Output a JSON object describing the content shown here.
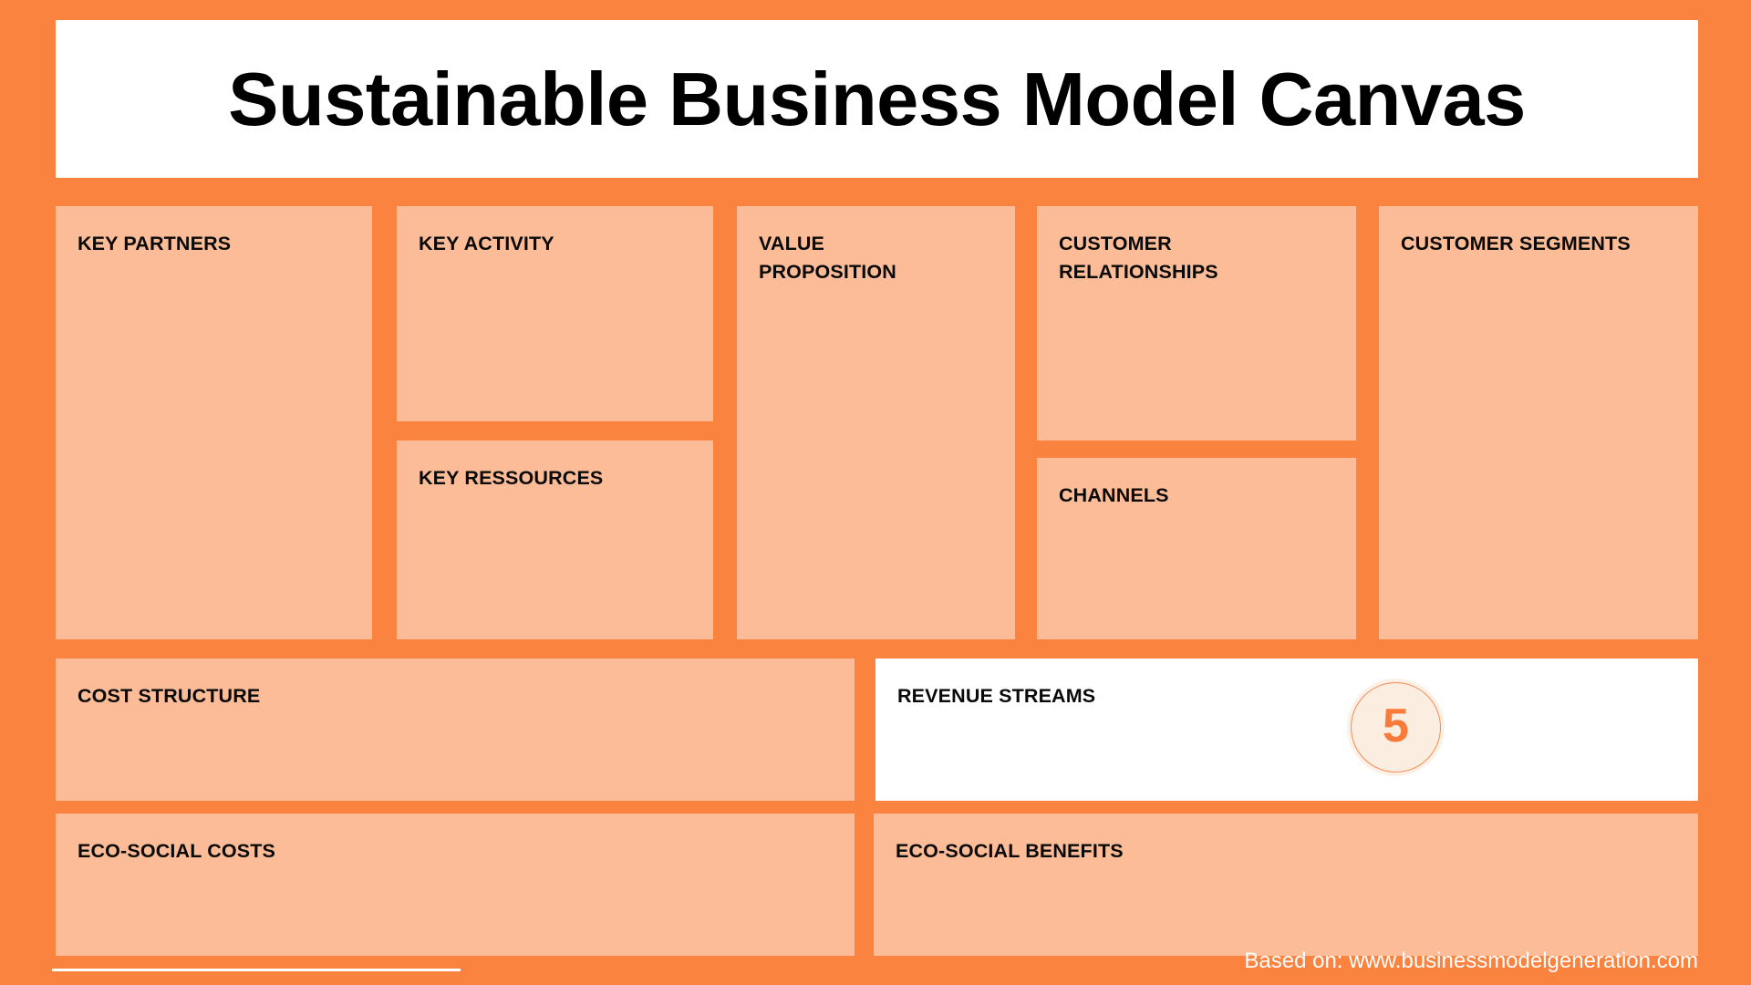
{
  "page": {
    "title": "Sustainable Business Model Canvas",
    "background_color": "#FB8340",
    "card_color": "#FCBC97",
    "accent_color": "#F97B3A"
  },
  "blocks": {
    "key_partners": {
      "label": "KEY PARTNERS",
      "content": ""
    },
    "key_activity": {
      "label": "KEY ACTIVITY",
      "content": ""
    },
    "key_ressources": {
      "label": "KEY RESSOURCES",
      "content": ""
    },
    "value_proposition": {
      "label": "VALUE\nPROPOSITION",
      "content": ""
    },
    "customer_relationships": {
      "label": "CUSTOMER\nRELATIONSHIPS",
      "content": ""
    },
    "channels": {
      "label": "CHANNELS",
      "content": ""
    },
    "customer_segments": {
      "label": "CUSTOMER SEGMENTS",
      "content": ""
    },
    "cost_structure": {
      "label": "COST STRUCTURE",
      "content": ""
    },
    "revenue_streams": {
      "label": "REVENUE STREAMS",
      "content": ""
    },
    "eco_social_costs": {
      "label": "ECO-SOCIAL COSTS",
      "content": ""
    },
    "eco_social_benefits": {
      "label": "ECO-SOCIAL BENEFITS",
      "content": ""
    }
  },
  "badge": {
    "number": "5",
    "fill_color": "#FCEDE1",
    "border_color": "#F98A4C",
    "text_color": "#F97B3A"
  },
  "footer": {
    "credit": "Based on: www.businessmodelgeneration.com"
  }
}
